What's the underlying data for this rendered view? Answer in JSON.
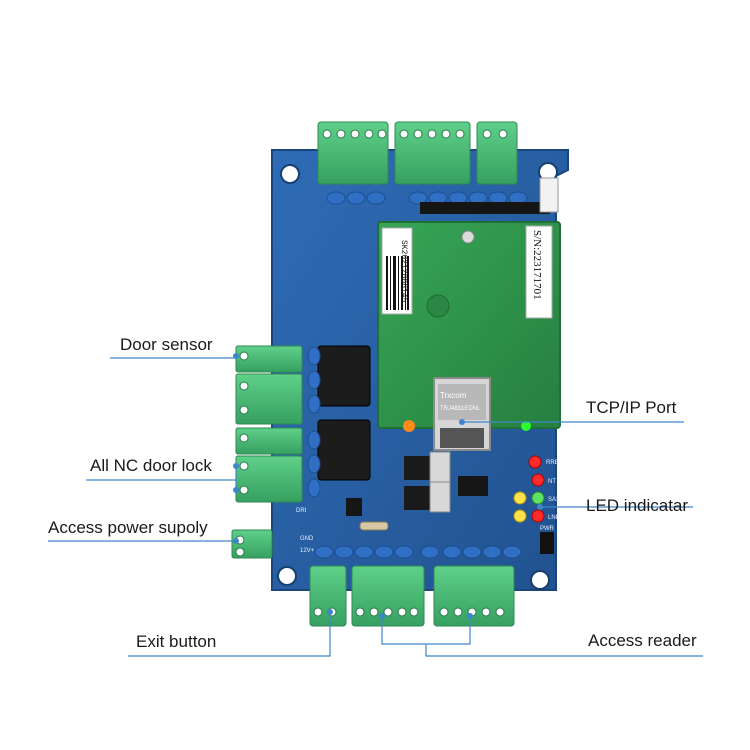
{
  "callouts": {
    "door_sensor": "Door sensor",
    "nc_door_lock": "All NC door lock",
    "access_power": "Access power supoly",
    "exit_button": "Exit button",
    "tcp_ip_port": "TCP/IP Port",
    "led_indicator": "LED indicatar",
    "access_reader": "Access reader"
  },
  "board": {
    "serial_number": "S/N:223171701",
    "barcode_text": "SK20212008145",
    "module_brand": "Trxcom",
    "jack_code": "TRJ4831EDNL",
    "pins_right": [
      "RRE",
      "NT",
      "SAS",
      "LNK",
      "PWR"
    ],
    "pins_left": [
      "DRI",
      "GND",
      "12V+"
    ]
  },
  "colors": {
    "pcb_blue": "#2a62a8",
    "pcb_edge": "#1e4a86",
    "module_green": "#2f9a4c",
    "terminal_green": "#4dbf77",
    "capacitor_blue": "#2f6fc4",
    "callout_line": "#3f86c9",
    "callout_dot": "#3f86c9"
  }
}
